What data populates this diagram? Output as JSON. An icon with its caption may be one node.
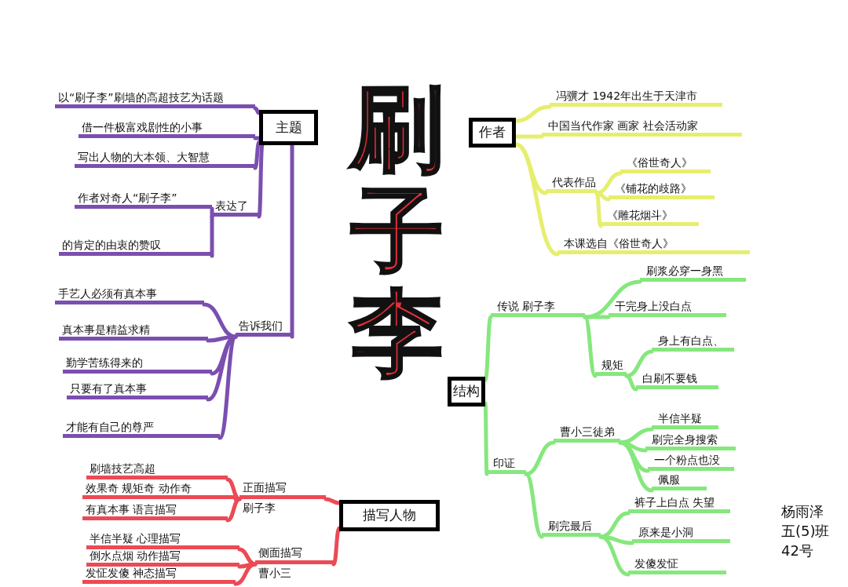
{
  "diagram": {
    "title": "刷子李",
    "nodes": [
      {
        "text": [
          "主题"
        ]
      },
      {
        "text": [
          "以“刷子李”刷墙的高超技艺为话题"
        ]
      },
      {
        "text": [
          "借一件极富戏剧性的小事"
        ]
      },
      {
        "text": [
          "写出人物的大本领、大智慧"
        ]
      },
      {
        "text": [
          "表达了"
        ]
      },
      {
        "text": [
          "作者对奇人“刷子李”"
        ]
      },
      {
        "text": [
          "的肯定的由衷的赞叹"
        ]
      },
      {
        "text": [
          "告诉我们"
        ]
      },
      {
        "text": [
          "手艺人必须有真本事"
        ]
      },
      {
        "text": [
          "真本事是精益求精"
        ]
      },
      {
        "text": [
          "勤学苦练得来的"
        ]
      },
      {
        "text": [
          "只要有了真本事"
        ]
      },
      {
        "text": [
          "才能有自己的尊严"
        ]
      },
      {
        "text": [
          "描写人物"
        ]
      },
      {
        "text": [
          "正面描写",
          "刷子李"
        ]
      },
      {
        "text": [
          "刷墙技艺高超"
        ]
      },
      {
        "text": [
          "效果奇 规矩奇 动作奇"
        ]
      },
      {
        "text": [
          "有真本事 语言描写"
        ]
      },
      {
        "text": [
          "侧面描写",
          "曹小三"
        ]
      },
      {
        "text": [
          "半信半疑 心理描写"
        ]
      },
      {
        "text": [
          "倒水点烟 动作描写"
        ]
      },
      {
        "text": [
          "发怔发傻 神态描写"
        ]
      },
      {
        "text": [
          "作者"
        ]
      },
      {
        "text": [
          "冯骥才 1942年出生于天津市"
        ]
      },
      {
        "text": [
          "中国当代作家 画家 社会活动家"
        ]
      },
      {
        "text": [
          "代表作品"
        ]
      },
      {
        "text": [
          "《俗世奇人》"
        ]
      },
      {
        "text": [
          "《铺花的歧路》"
        ]
      },
      {
        "text": [
          "《雕花烟斗》"
        ]
      },
      {
        "text": [
          "本课选自《俗世奇人》"
        ]
      },
      {
        "text": [
          "结构"
        ]
      },
      {
        "text": [
          "传说 刷子李"
        ]
      },
      {
        "text": [
          "刷浆必穿一身黑"
        ]
      },
      {
        "text": [
          "干完身上没白点"
        ]
      },
      {
        "text": [
          "规矩"
        ]
      },
      {
        "text": [
          "身上有白点、"
        ]
      },
      {
        "text": [
          "白刷不要钱"
        ]
      },
      {
        "text": [
          "印证"
        ]
      },
      {
        "text": [
          "曹小三徒弟"
        ]
      },
      {
        "text": [
          "半信半疑"
        ]
      },
      {
        "text": [
          "刷完全身搜索"
        ]
      },
      {
        "text": [
          "一个粉点也没"
        ]
      },
      {
        "text": [
          "佩服"
        ]
      },
      {
        "text": [
          "刷完最后"
        ]
      },
      {
        "text": [
          "裤子上白点 失望"
        ]
      },
      {
        "text": [
          "原来是小洞"
        ]
      },
      {
        "text": [
          "发傻发怔"
        ]
      }
    ],
    "edges": [
      {
        "from": 0,
        "to": 1,
        "arrow": "none",
        "color": "#7b4fb0"
      },
      {
        "from": 0,
        "to": 2,
        "arrow": "none",
        "color": "#7b4fb0"
      },
      {
        "from": 0,
        "to": 3,
        "arrow": "none",
        "color": "#7b4fb0"
      },
      {
        "from": 0,
        "to": 4,
        "arrow": "none",
        "color": "#7b4fb0"
      },
      {
        "from": 4,
        "to": 5,
        "arrow": "none",
        "color": "#7b4fb0"
      },
      {
        "from": 4,
        "to": 6,
        "arrow": "none",
        "color": "#7b4fb0"
      },
      {
        "from": 0,
        "to": 7,
        "arrow": "none",
        "color": "#7b4fb0"
      },
      {
        "from": 7,
        "to": 8,
        "arrow": "none",
        "color": "#7b4fb0"
      },
      {
        "from": 7,
        "to": 9,
        "arrow": "none",
        "color": "#7b4fb0"
      },
      {
        "from": 7,
        "to": 10,
        "arrow": "none",
        "color": "#7b4fb0"
      },
      {
        "from": 7,
        "to": 11,
        "arrow": "none",
        "color": "#7b4fb0"
      },
      {
        "from": 7,
        "to": 12,
        "arrow": "none",
        "color": "#7b4fb0"
      },
      {
        "from": 13,
        "to": 14,
        "arrow": "none",
        "color": "#ec4a55"
      },
      {
        "from": 14,
        "to": 15,
        "arrow": "none",
        "color": "#ec4a55"
      },
      {
        "from": 14,
        "to": 16,
        "arrow": "none",
        "color": "#ec4a55"
      },
      {
        "from": 14,
        "to": 17,
        "arrow": "none",
        "color": "#ec4a55"
      },
      {
        "from": 13,
        "to": 18,
        "arrow": "none",
        "color": "#ec4a55"
      },
      {
        "from": 18,
        "to": 19,
        "arrow": "none",
        "color": "#ec4a55"
      },
      {
        "from": 18,
        "to": 20,
        "arrow": "none",
        "color": "#ec4a55"
      },
      {
        "from": 18,
        "to": 21,
        "arrow": "none",
        "color": "#ec4a55"
      },
      {
        "from": 22,
        "to": 23,
        "arrow": "none",
        "color": "#e6ee6e"
      },
      {
        "from": 22,
        "to": 24,
        "arrow": "none",
        "color": "#e6ee6e"
      },
      {
        "from": 22,
        "to": 25,
        "arrow": "none",
        "color": "#e6ee6e"
      },
      {
        "from": 25,
        "to": 26,
        "arrow": "none",
        "color": "#e6ee6e"
      },
      {
        "from": 25,
        "to": 27,
        "arrow": "none",
        "color": "#e6ee6e"
      },
      {
        "from": 25,
        "to": 28,
        "arrow": "none",
        "color": "#e6ee6e"
      },
      {
        "from": 22,
        "to": 29,
        "arrow": "none",
        "color": "#e6ee6e"
      },
      {
        "from": 30,
        "to": 31,
        "arrow": "none",
        "color": "#86e77e"
      },
      {
        "from": 31,
        "to": 32,
        "arrow": "none",
        "color": "#86e77e"
      },
      {
        "from": 31,
        "to": 33,
        "arrow": "none",
        "color": "#86e77e"
      },
      {
        "from": 31,
        "to": 34,
        "arrow": "none",
        "color": "#86e77e"
      },
      {
        "from": 34,
        "to": 35,
        "arrow": "none",
        "color": "#86e77e"
      },
      {
        "from": 34,
        "to": 36,
        "arrow": "none",
        "color": "#86e77e"
      },
      {
        "from": 30,
        "to": 37,
        "arrow": "none",
        "color": "#86e77e"
      },
      {
        "from": 37,
        "to": 38,
        "arrow": "none",
        "color": "#86e77e"
      },
      {
        "from": 38,
        "to": 39,
        "arrow": "none",
        "color": "#86e77e"
      },
      {
        "from": 38,
        "to": 40,
        "arrow": "none",
        "color": "#86e77e"
      },
      {
        "from": 38,
        "to": 41,
        "arrow": "none",
        "color": "#86e77e"
      },
      {
        "from": 38,
        "to": 42,
        "arrow": "none",
        "color": "#86e77e"
      },
      {
        "from": 37,
        "to": 43,
        "arrow": "none",
        "color": "#86e77e"
      },
      {
        "from": 43,
        "to": 44,
        "arrow": "none",
        "color": "#86e77e"
      },
      {
        "from": 43,
        "to": 45,
        "arrow": "none",
        "color": "#86e77e"
      },
      {
        "from": 43,
        "to": 46,
        "arrow": "none",
        "color": "#86e77e"
      }
    ],
    "labels": [
      "杨雨泽",
      "五(5)班",
      "42号"
    ]
  }
}
